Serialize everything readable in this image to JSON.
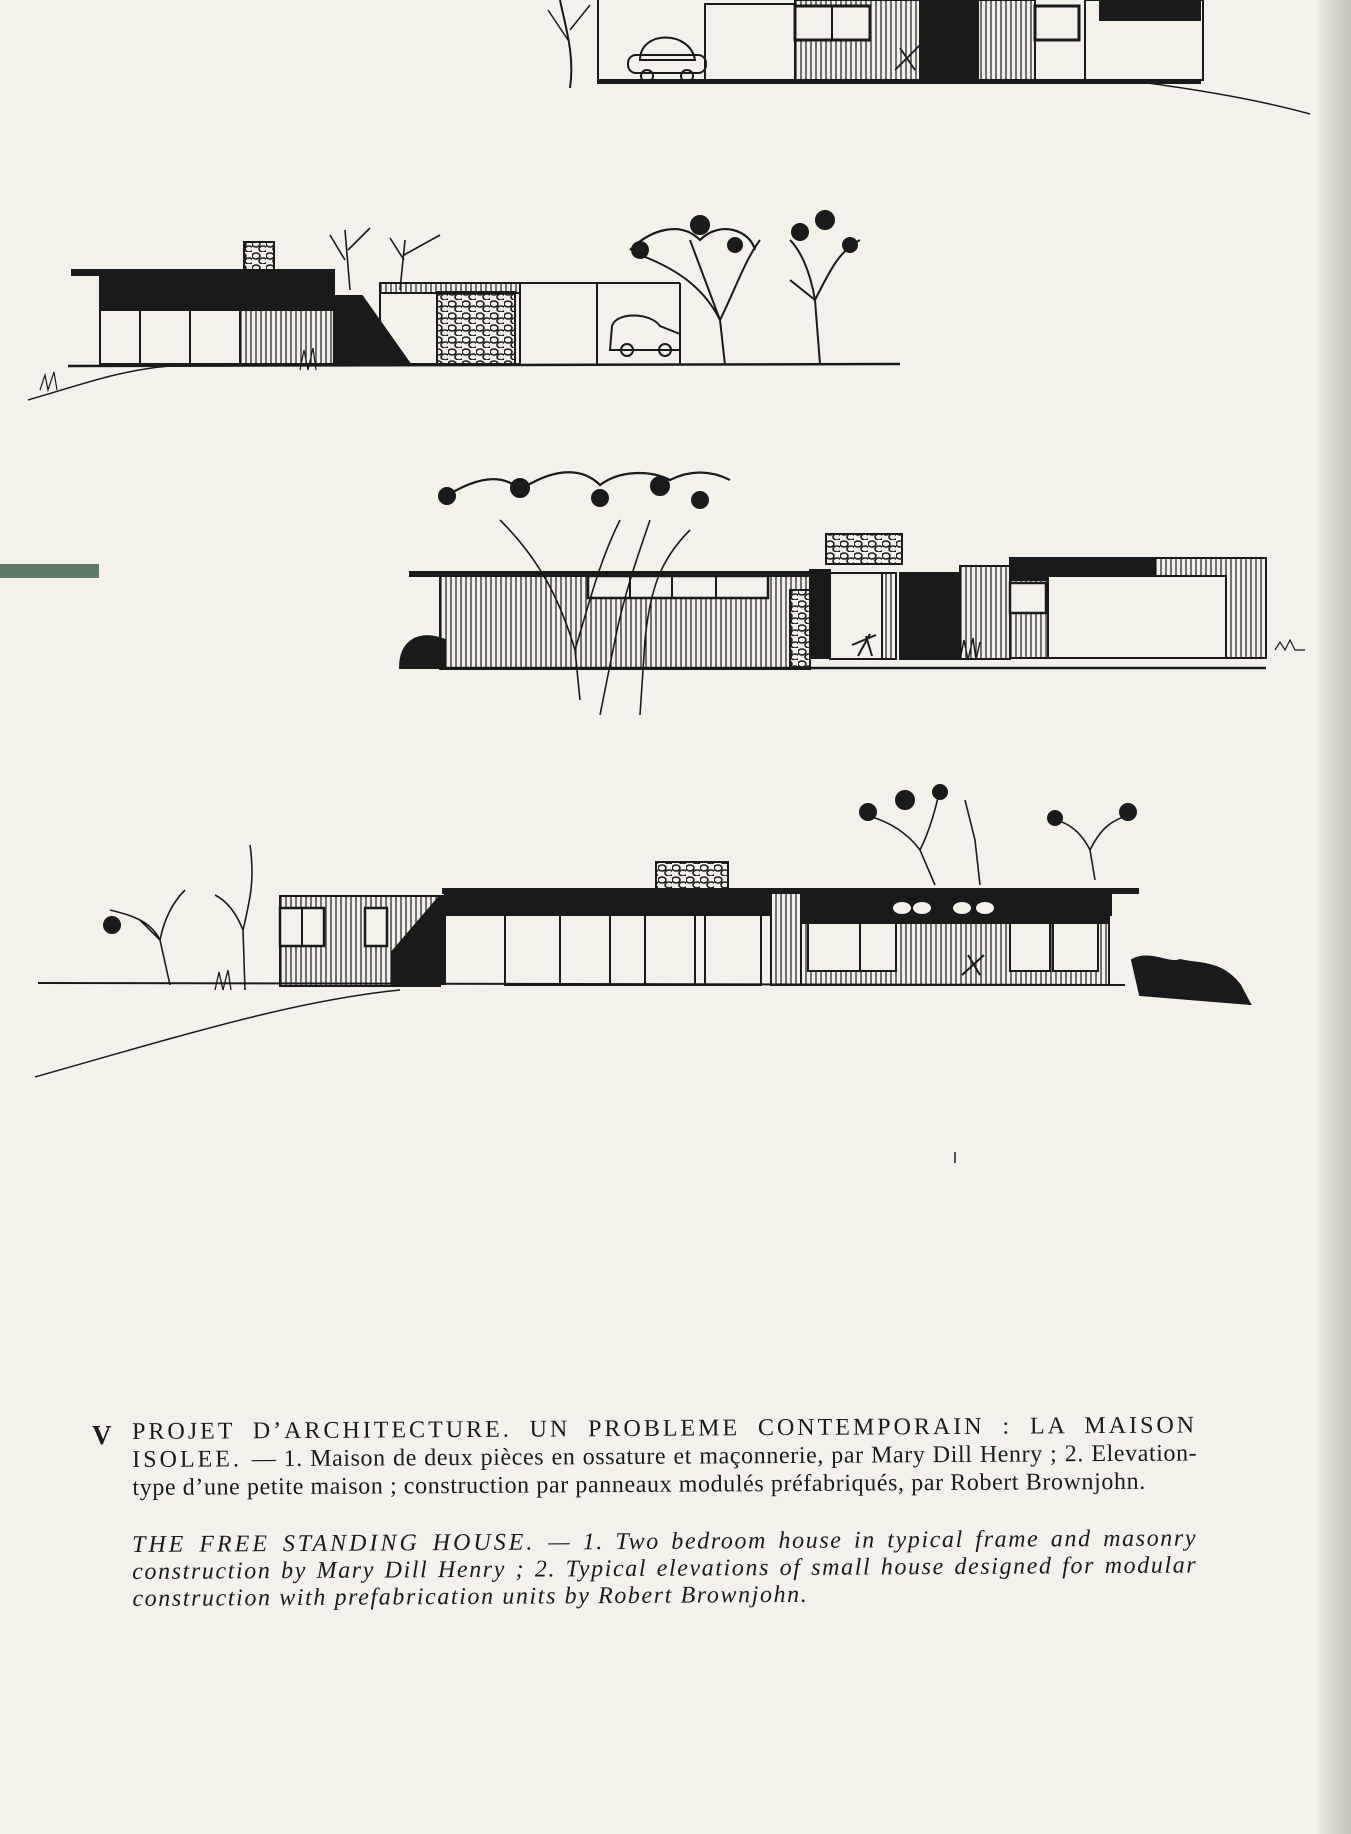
{
  "caption": {
    "numeral": "V",
    "french_heading": "PROJET D’ARCHITECTURE. UN PROBLEME CONTEMPORAIN : LA MAISON ISOLEE.",
    "french_body": "— 1. Maison de deux pièces en ossature et maçonnerie, par Mary Dill Henry ; 2. Elevation-type d’une petite maison ; construction par panneaux modulés préfabriqués, par Robert Brownjohn.",
    "english_heading": "THE FREE STANDING HOUSE.",
    "english_body": "— 1. Two bedroom house in typical frame and masonry construction by Mary Dill Henry ; 2. Typical elevations of small house designed for modular construction with prefabrication units by Robert Brownjohn."
  },
  "colors": {
    "paper": "#f3f1ea",
    "ink": "#1a1a1a",
    "marker_tab": "#5d7a66"
  }
}
